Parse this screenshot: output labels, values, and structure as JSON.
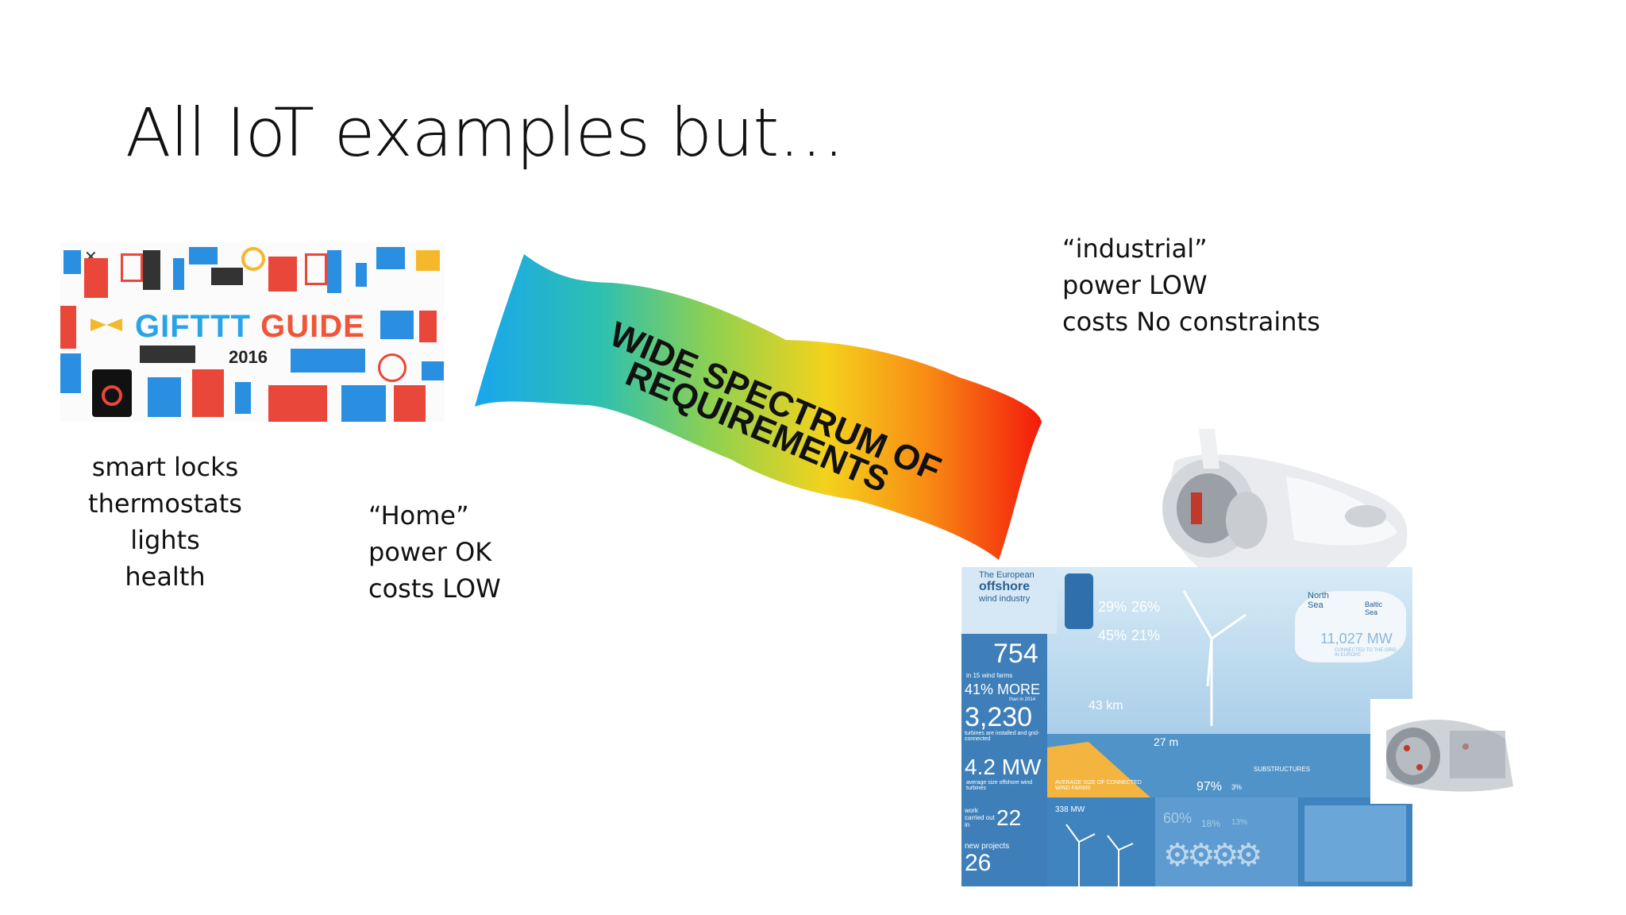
{
  "slide": {
    "title": "All IoT examples but…"
  },
  "home_image": {
    "logo_part1": "GIFTTT",
    "logo_part2": "GUIDE",
    "year": "2016"
  },
  "home_uses": {
    "lines": [
      "smart locks",
      "thermostats",
      "lights",
      "health"
    ]
  },
  "home_req": {
    "lines": [
      "“Home”",
      "power OK",
      "costs LOW"
    ]
  },
  "industrial_req": {
    "lines": [
      "“industrial”",
      "power LOW",
      "costs No constraints"
    ]
  },
  "banner": {
    "line1": "WIDE SPECTRUM OF",
    "line2": "REQUIREMENTS"
  },
  "infographic": {
    "heading_small": "The European",
    "heading_big": "offshore",
    "heading_sub": "wind industry",
    "stats": [
      {
        "value": "754",
        "label": "in 15 wind farms"
      },
      {
        "value": "41% MORE",
        "label": "than in 2014"
      },
      {
        "value": "3,230",
        "label": "turbines are installed and grid-connected"
      },
      {
        "value": "4.2 MW",
        "label": "average size offshore wind turbines"
      },
      {
        "value": "22",
        "label": "work carried out in"
      },
      {
        "value": "26",
        "label": "new projects"
      }
    ],
    "pcts_top": [
      "29%",
      "26%",
      "45%",
      "21%"
    ],
    "distance": "43 km",
    "depth": "27 m",
    "north_sea": "North Sea",
    "baltic_sea": "Baltic Sea",
    "capacity": "11,027 MW",
    "capacity_label": "CONNECTED TO THE GRID IN EUROPE",
    "monopile": "97%",
    "jacket": "3%",
    "avg_size_label": "AVERAGE SIZE OF CONNECTED WIND FARMS",
    "avg_size": "338 MW",
    "manufacturers": [
      "60%",
      "18%",
      "13%"
    ],
    "substructures": "SUBSTRUCTURES"
  }
}
